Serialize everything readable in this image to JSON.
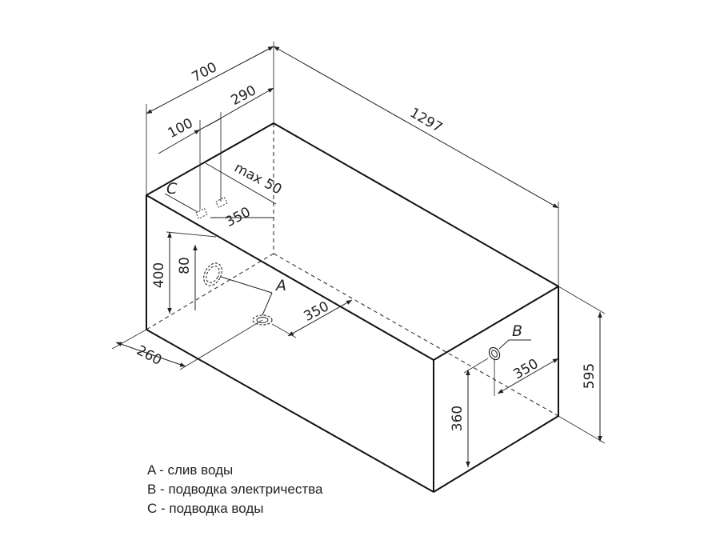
{
  "dimensions": {
    "length": "1297",
    "width": "700",
    "depth": "260",
    "height": "595",
    "d290": "290",
    "d100": "100",
    "dmax50": "max 50",
    "d350_c": "350",
    "d400": "400",
    "d80": "80",
    "d350_a": "350",
    "d350_b": "350",
    "d360": "360"
  },
  "labels": {
    "a": "A",
    "b": "B",
    "c": "C"
  },
  "legend": [
    "A - слив воды",
    "B - подводка электричества",
    "C - подводка воды"
  ]
}
